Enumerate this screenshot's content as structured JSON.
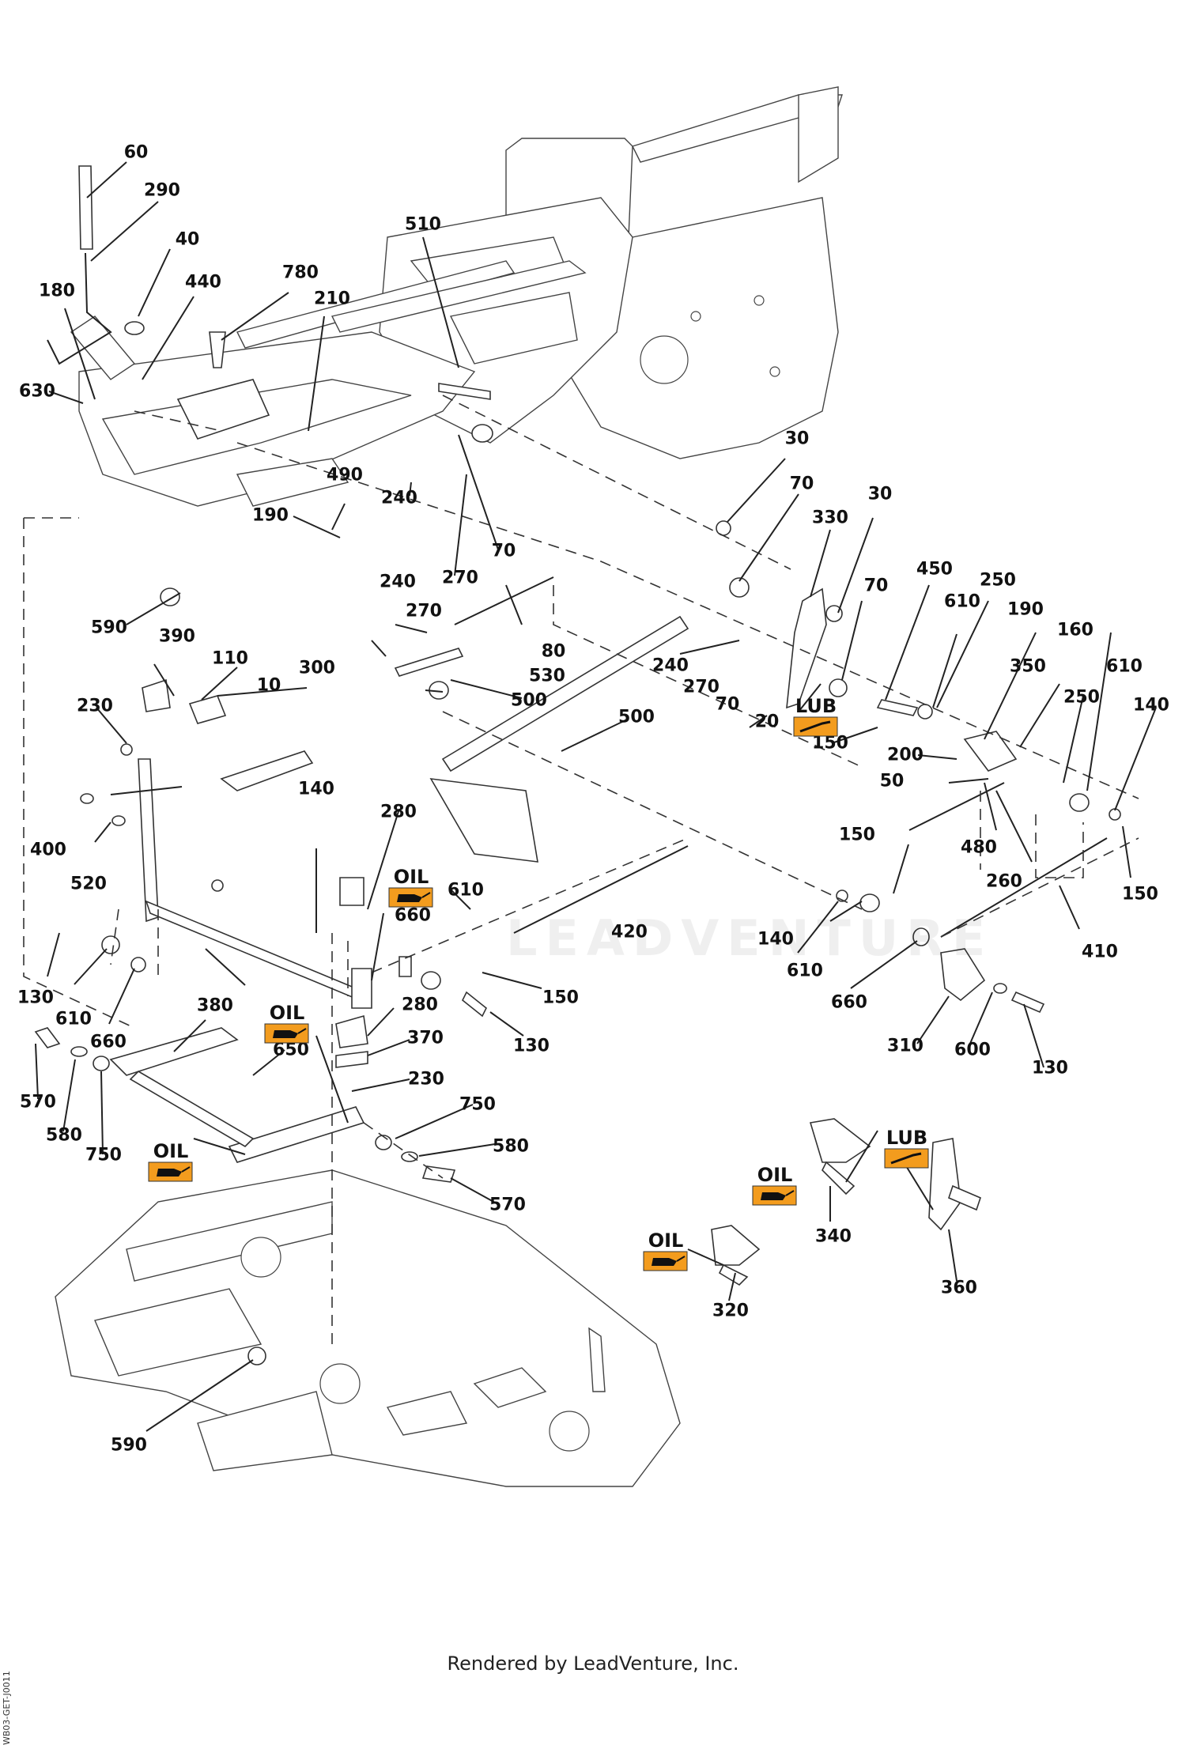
{
  "diagram": {
    "part_labels": [
      {
        "id": "p60a",
        "text": "60"
      },
      {
        "id": "p290",
        "text": "290"
      },
      {
        "id": "p40",
        "text": "40"
      },
      {
        "id": "p440",
        "text": "440"
      },
      {
        "id": "p780",
        "text": "780"
      },
      {
        "id": "p180",
        "text": "180"
      },
      {
        "id": "p210",
        "text": "210"
      },
      {
        "id": "p510",
        "text": "510"
      },
      {
        "id": "p630",
        "text": "630"
      },
      {
        "id": "p30a",
        "text": "30"
      },
      {
        "id": "p70a",
        "text": "70"
      },
      {
        "id": "p30b",
        "text": "30"
      },
      {
        "id": "p330",
        "text": "330"
      },
      {
        "id": "p490",
        "text": "490"
      },
      {
        "id": "p240a",
        "text": "240"
      },
      {
        "id": "p190a",
        "text": "190"
      },
      {
        "id": "p70b",
        "text": "70"
      },
      {
        "id": "p270a",
        "text": "270"
      },
      {
        "id": "p70c",
        "text": "70"
      },
      {
        "id": "p450",
        "text": "450"
      },
      {
        "id": "p250a",
        "text": "250"
      },
      {
        "id": "p590a",
        "text": "590"
      },
      {
        "id": "p240b",
        "text": "240"
      },
      {
        "id": "p270b",
        "text": "270"
      },
      {
        "id": "p610a",
        "text": "610"
      },
      {
        "id": "p190b",
        "text": "190"
      },
      {
        "id": "p390",
        "text": "390"
      },
      {
        "id": "p80",
        "text": "80"
      },
      {
        "id": "p160",
        "text": "160"
      },
      {
        "id": "p110",
        "text": "110"
      },
      {
        "id": "p300",
        "text": "300"
      },
      {
        "id": "p240c",
        "text": "240"
      },
      {
        "id": "p350",
        "text": "350"
      },
      {
        "id": "p610b",
        "text": "610"
      },
      {
        "id": "p10",
        "text": "10"
      },
      {
        "id": "p530",
        "text": "530"
      },
      {
        "id": "p270c",
        "text": "270"
      },
      {
        "id": "p250b",
        "text": "250"
      },
      {
        "id": "p140a",
        "text": "140"
      },
      {
        "id": "p230a",
        "text": "230"
      },
      {
        "id": "p500a",
        "text": "500"
      },
      {
        "id": "p70d",
        "text": "70"
      },
      {
        "id": "p20",
        "text": "20"
      },
      {
        "id": "p500b",
        "text": "500"
      },
      {
        "id": "p150a",
        "text": "150"
      },
      {
        "id": "p200",
        "text": "200"
      },
      {
        "id": "p50",
        "text": "50"
      },
      {
        "id": "p140b",
        "text": "140"
      },
      {
        "id": "p400",
        "text": "400"
      },
      {
        "id": "p280a",
        "text": "280"
      },
      {
        "id": "p480",
        "text": "480"
      },
      {
        "id": "p520",
        "text": "520"
      },
      {
        "id": "p150b",
        "text": "150"
      },
      {
        "id": "p260",
        "text": "260"
      },
      {
        "id": "p150c",
        "text": "150"
      },
      {
        "id": "p610c",
        "text": "610"
      },
      {
        "id": "p660a",
        "text": "660"
      },
      {
        "id": "p420",
        "text": "420"
      },
      {
        "id": "p140c",
        "text": "140"
      },
      {
        "id": "p410",
        "text": "410"
      },
      {
        "id": "p130a",
        "text": "130"
      },
      {
        "id": "p150d",
        "text": "150"
      },
      {
        "id": "p610d",
        "text": "610"
      },
      {
        "id": "p610e",
        "text": "610"
      },
      {
        "id": "p660b",
        "text": "660"
      },
      {
        "id": "p380",
        "text": "380"
      },
      {
        "id": "p280b",
        "text": "280"
      },
      {
        "id": "p660c",
        "text": "660"
      },
      {
        "id": "p370",
        "text": "370"
      },
      {
        "id": "p130b",
        "text": "130"
      },
      {
        "id": "p310",
        "text": "310"
      },
      {
        "id": "p600",
        "text": "600"
      },
      {
        "id": "p650",
        "text": "650"
      },
      {
        "id": "p130c",
        "text": "130"
      },
      {
        "id": "p570a",
        "text": "570"
      },
      {
        "id": "p230b",
        "text": "230"
      },
      {
        "id": "p580a",
        "text": "580"
      },
      {
        "id": "p750a",
        "text": "750"
      },
      {
        "id": "p750b",
        "text": "750"
      },
      {
        "id": "p580b",
        "text": "580"
      },
      {
        "id": "p570b",
        "text": "570"
      },
      {
        "id": "p340",
        "text": "340"
      },
      {
        "id": "p360",
        "text": "360"
      },
      {
        "id": "p320",
        "text": "320"
      },
      {
        "id": "p590b",
        "text": "590"
      }
    ],
    "oil_badge_label": "OIL",
    "lub_badge_label": "LUB",
    "badge_color": "#f39c1e",
    "watermark": "LEADVENTURE"
  },
  "footer": {
    "rendered_by": "Rendered by LeadVenture, Inc.",
    "doc_id": "WB03-GET-J0011"
  }
}
